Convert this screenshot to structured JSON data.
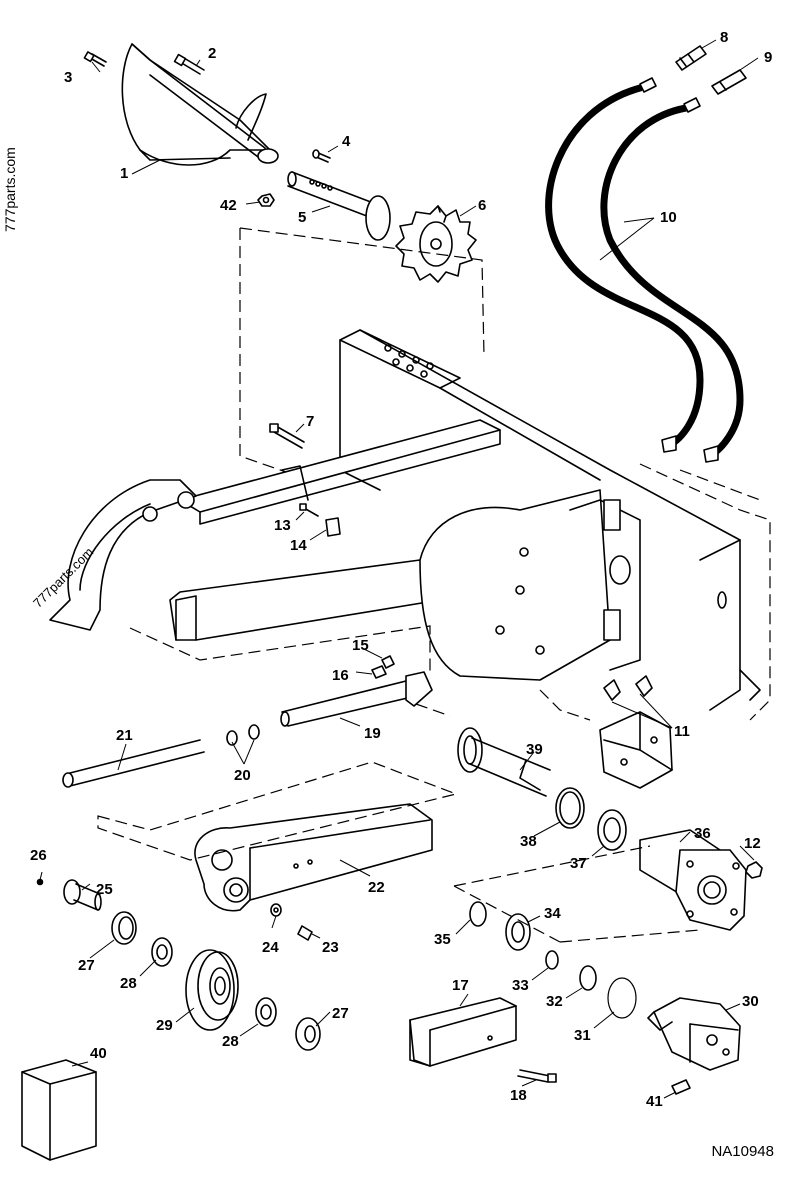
{
  "diagram": {
    "drawing_code": "NA10948",
    "watermark_text": "777parts.com",
    "callouts": [
      {
        "id": "1",
        "text": "1"
      },
      {
        "id": "2",
        "text": "2"
      },
      {
        "id": "3",
        "text": "3"
      },
      {
        "id": "4",
        "text": "4"
      },
      {
        "id": "5",
        "text": "5"
      },
      {
        "id": "6",
        "text": "6"
      },
      {
        "id": "7",
        "text": "7"
      },
      {
        "id": "8",
        "text": "8"
      },
      {
        "id": "9",
        "text": "9"
      },
      {
        "id": "10",
        "text": "10"
      },
      {
        "id": "11",
        "text": "11"
      },
      {
        "id": "12",
        "text": "12"
      },
      {
        "id": "13",
        "text": "13"
      },
      {
        "id": "14",
        "text": "14"
      },
      {
        "id": "15",
        "text": "15"
      },
      {
        "id": "16",
        "text": "16"
      },
      {
        "id": "17",
        "text": "17"
      },
      {
        "id": "18",
        "text": "18"
      },
      {
        "id": "19",
        "text": "19"
      },
      {
        "id": "20",
        "text": "20"
      },
      {
        "id": "21",
        "text": "21"
      },
      {
        "id": "22",
        "text": "22"
      },
      {
        "id": "23",
        "text": "23"
      },
      {
        "id": "24",
        "text": "24"
      },
      {
        "id": "25",
        "text": "25"
      },
      {
        "id": "26",
        "text": "26"
      },
      {
        "id": "27a",
        "text": "27"
      },
      {
        "id": "27b",
        "text": "27"
      },
      {
        "id": "28a",
        "text": "28"
      },
      {
        "id": "28b",
        "text": "28"
      },
      {
        "id": "29",
        "text": "29"
      },
      {
        "id": "30",
        "text": "30"
      },
      {
        "id": "31",
        "text": "31"
      },
      {
        "id": "32",
        "text": "32"
      },
      {
        "id": "33",
        "text": "33"
      },
      {
        "id": "34",
        "text": "34"
      },
      {
        "id": "35",
        "text": "35"
      },
      {
        "id": "36",
        "text": "36"
      },
      {
        "id": "37",
        "text": "37"
      },
      {
        "id": "38",
        "text": "38"
      },
      {
        "id": "39",
        "text": "39"
      },
      {
        "id": "40",
        "text": "40"
      },
      {
        "id": "41",
        "text": "41"
      },
      {
        "id": "42",
        "text": "42"
      }
    ]
  }
}
